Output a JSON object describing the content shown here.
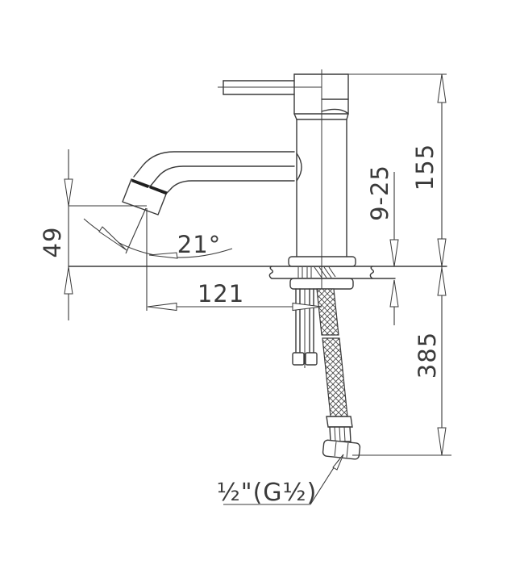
{
  "meta": {
    "ink_color": "#3a3a3a",
    "background_color": "#ffffff",
    "drawing_kind": "faucet installation dimension drawing"
  },
  "dims": {
    "total_height": "155",
    "deck_thickness_range": "9-25",
    "spout_outlet_height": "49",
    "spout_reach": "121",
    "hose_length": "385",
    "outlet_angle": "21°",
    "thread_label": "½\"(G½)"
  }
}
